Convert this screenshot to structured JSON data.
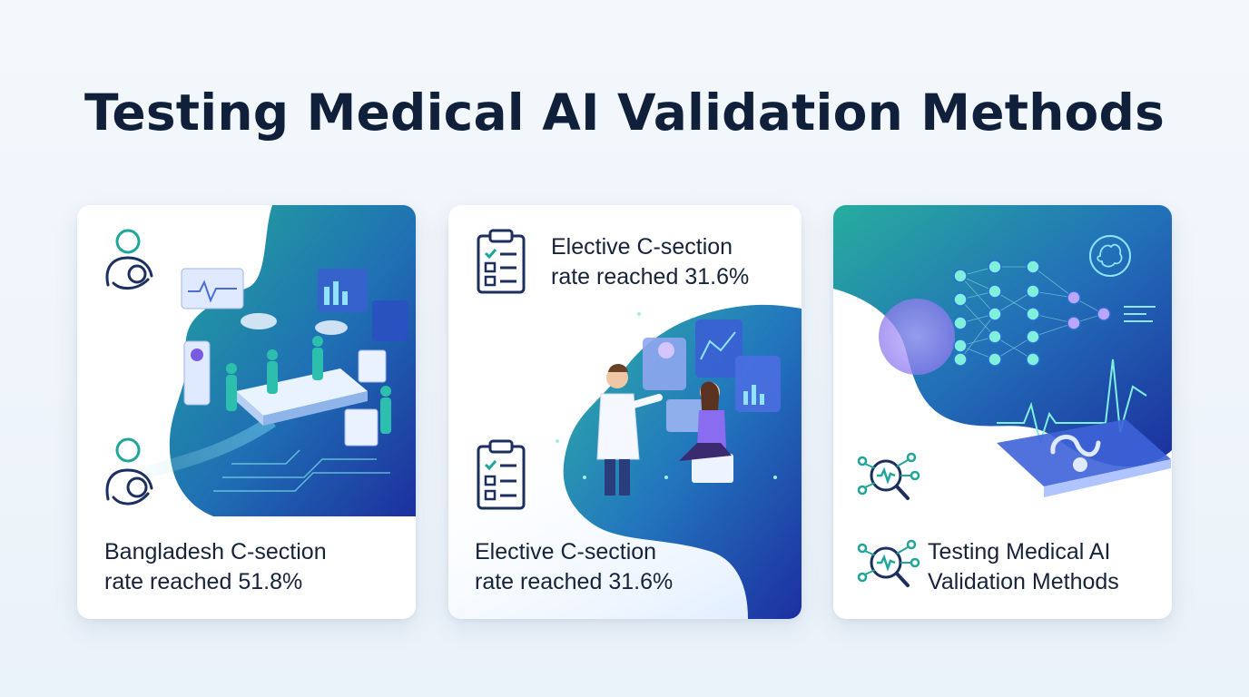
{
  "page": {
    "title": "Testing Medical AI Validation Methods"
  },
  "cards": [
    {
      "caption_line1": "Bangladesh C-section",
      "caption_line2": "rate reached 51.8%",
      "icon": "mother-baby-icon"
    },
    {
      "header_line1": "Elective C-section",
      "header_line2": "rate reached 31.6%",
      "caption_line1": "Elective C-section",
      "caption_line2": "rate reached 31.6%",
      "icon": "clipboard-checklist-icon"
    },
    {
      "caption_line1": "Testing Medical AI",
      "caption_line2": "Validation Methods",
      "icon": "ai-magnifier-network-icon"
    }
  ],
  "colors": {
    "title": "#11203a",
    "teal": "#1fa59a",
    "blue": "#1d3fa8",
    "navy": "#1c2f5e",
    "purple": "#7a5ae0"
  }
}
